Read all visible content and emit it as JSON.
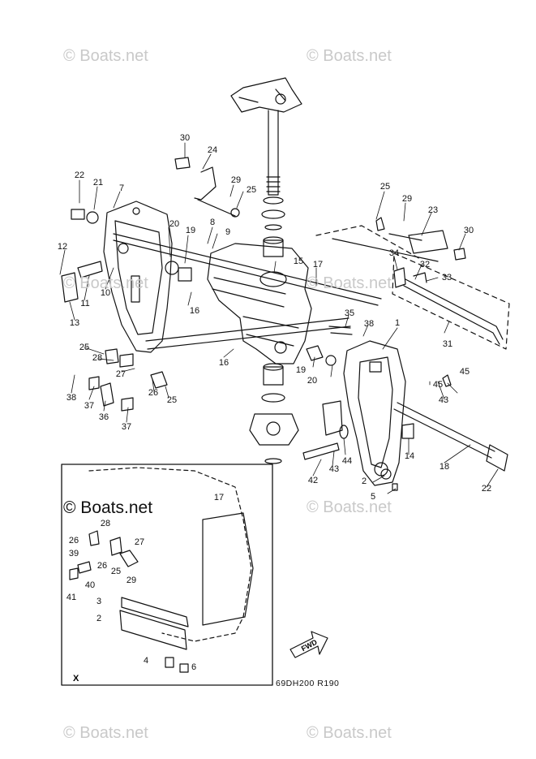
{
  "watermark": "© Boats.net",
  "callouts": [
    "30",
    "24",
    "29",
    "25",
    "22",
    "21",
    "7",
    "20",
    "19",
    "8",
    "9",
    "12",
    "15",
    "17",
    "11",
    "10",
    "16",
    "13",
    "25",
    "28",
    "27",
    "26",
    "25",
    "38",
    "37",
    "36",
    "37",
    "16",
    "35",
    "38",
    "1",
    "19",
    "20",
    "45",
    "43",
    "45",
    "25",
    "29",
    "23",
    "30",
    "34",
    "32",
    "33",
    "31",
    "44",
    "43",
    "14",
    "18",
    "42",
    "2",
    "5",
    "22",
    "17",
    "28",
    "27",
    "26",
    "39",
    "26",
    "25",
    "29",
    "40",
    "41",
    "3",
    "2",
    "4",
    "6"
  ],
  "inset": {
    "label": "X"
  },
  "fwd_label": "FWD",
  "diagram_code": "69DH200 R190"
}
